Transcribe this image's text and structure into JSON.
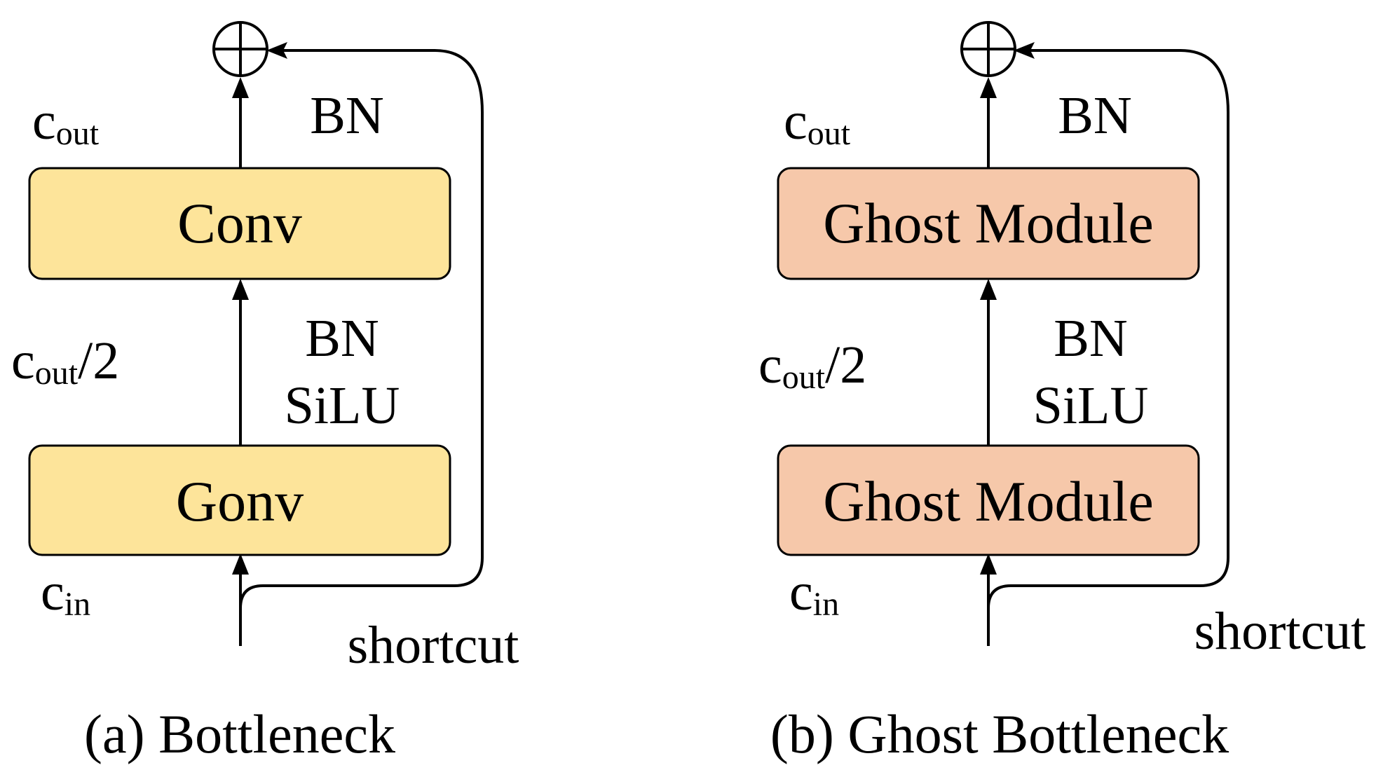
{
  "colors": {
    "conv_fill": "#FDE49A",
    "ghost_fill": "#F6C8AA",
    "stroke": "#000000",
    "background": "#FFFFFF"
  },
  "panels": [
    {
      "caption": "(a) Bottleneck",
      "top_block": "Conv",
      "bottom_block": "Gonv",
      "top_activation": "BN",
      "mid_activation_1": "BN",
      "mid_activation_2": "SiLU",
      "shortcut_label": "shortcut",
      "c_out_top": {
        "base": "c",
        "sub": "out"
      },
      "c_out_mid": {
        "base": "c",
        "sub": "out",
        "suffix": "/2"
      },
      "c_in": {
        "base": "c",
        "sub": "in"
      },
      "sum_symbol": "add-circle-icon"
    },
    {
      "caption": "(b) Ghost Bottleneck",
      "top_block": "Ghost Module",
      "bottom_block": "Ghost Module",
      "top_activation": "BN",
      "mid_activation_1": "BN",
      "mid_activation_2": "SiLU",
      "shortcut_label": "shortcut",
      "c_out_top": {
        "base": "c",
        "sub": "out"
      },
      "c_out_mid": {
        "base": "c",
        "sub": "out",
        "suffix": "/2"
      },
      "c_in": {
        "base": "c",
        "sub": "in"
      },
      "sum_symbol": "add-circle-icon"
    }
  ]
}
